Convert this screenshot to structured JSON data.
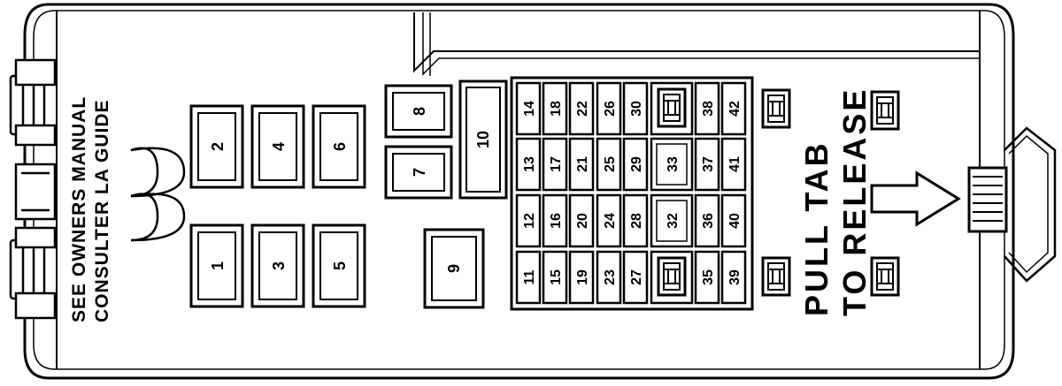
{
  "notice": {
    "line1": "SEE OWNERS MANUAL",
    "line2": "CONSULTER LA GUIDE"
  },
  "release": {
    "line1": "PULL TAB",
    "line2": "TO RELEASE"
  },
  "relays": {
    "r1": "1",
    "r2": "2",
    "r3": "3",
    "r4": "4",
    "r5": "5",
    "r6": "6",
    "r7": "7",
    "r8": "8",
    "r9": "9",
    "r10": "10"
  },
  "fuses": {
    "f11": "11",
    "f12": "12",
    "f13": "13",
    "f14": "14",
    "f15": "15",
    "f16": "16",
    "f17": "17",
    "f18": "18",
    "f19": "19",
    "f20": "20",
    "f21": "21",
    "f22": "22",
    "f23": "23",
    "f24": "24",
    "f25": "25",
    "f26": "26",
    "f27": "27",
    "f28": "28",
    "f29": "29",
    "f30": "30",
    "f32": "32",
    "f33": "33",
    "f35": "35",
    "f36": "36",
    "f37": "37",
    "f38": "38",
    "f39": "39",
    "f40": "40",
    "f41": "41",
    "f42": "42"
  },
  "icons": [
    "fuse-puller-icon",
    "spare-fuse-icon",
    "arrow-right-icon",
    "release-tab-icon"
  ]
}
